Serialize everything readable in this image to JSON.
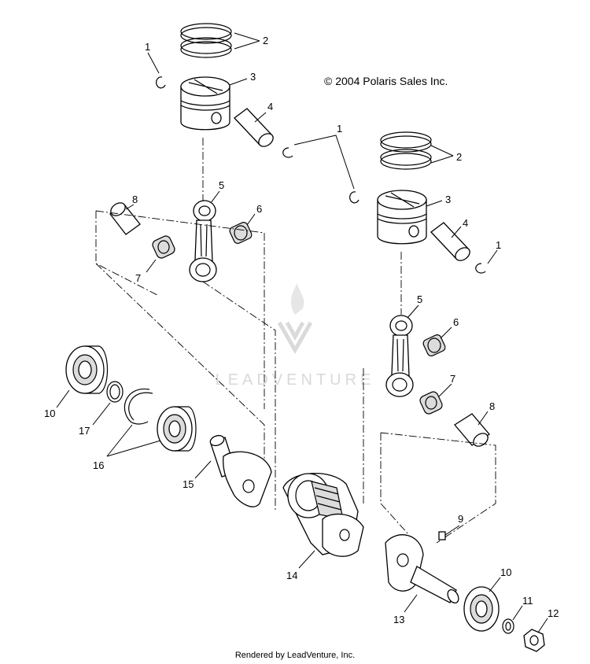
{
  "copyright": "© 2004 Polaris Sales Inc.",
  "watermark": "LEADVENTURE",
  "footer": "Rendered by LeadVenture, Inc.",
  "callouts": {
    "c1a": "1",
    "c2a": "2",
    "c3a": "3",
    "c4a": "4",
    "c1b": "1",
    "c2b": "2",
    "c3b": "3",
    "c4b": "4",
    "c1c": "1",
    "c5a": "5",
    "c6a": "6",
    "c8a": "8",
    "c7a": "7",
    "c5b": "5",
    "c6b": "6",
    "c7b": "7",
    "c8b": "8",
    "c10a": "10",
    "c17": "17",
    "c16": "16",
    "c15": "15",
    "c14": "14",
    "c9": "9",
    "c10b": "10",
    "c11": "11",
    "c12": "12",
    "c13": "13"
  },
  "colors": {
    "line": "#000000",
    "watermark": "#d9d9d9"
  }
}
